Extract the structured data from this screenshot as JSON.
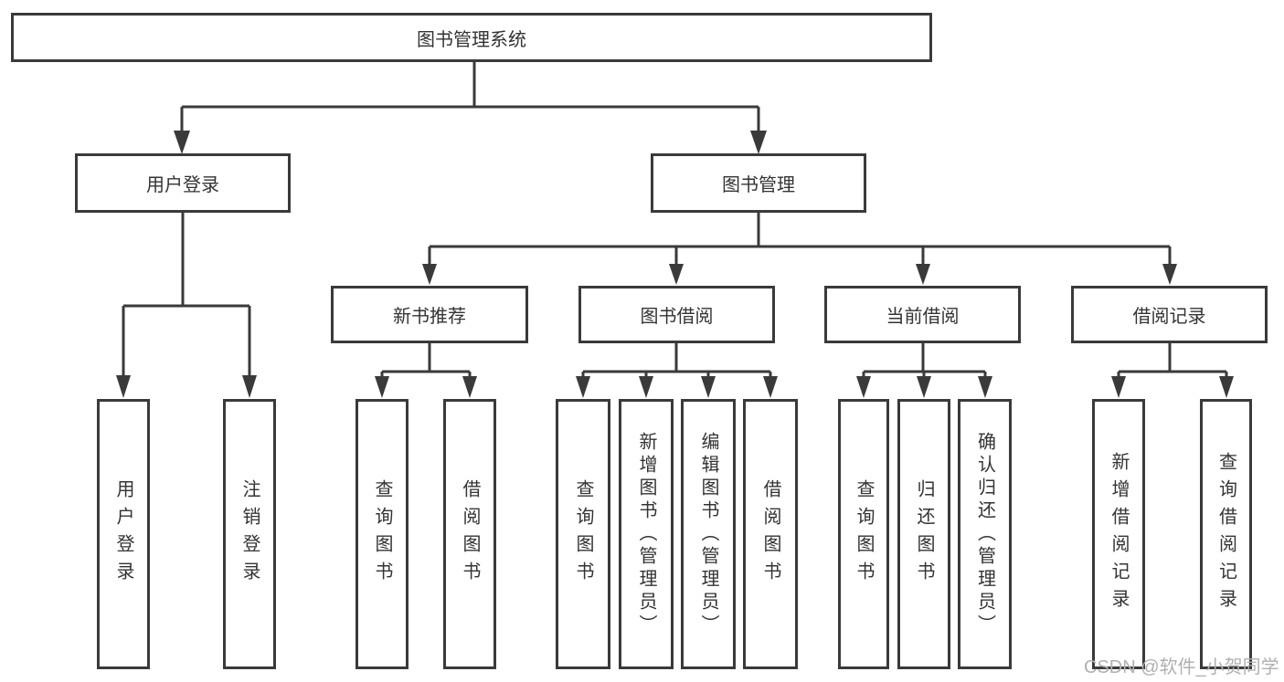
{
  "diagram_type": "functional-structure-tree",
  "tree": {
    "label": "图书管理系统",
    "children": [
      {
        "label": "用户登录",
        "children": [
          {
            "label": "用户登录"
          },
          {
            "label": "注销登录"
          }
        ]
      },
      {
        "label": "图书管理",
        "children": [
          {
            "label": "新书推荐",
            "children": [
              {
                "label": "查询图书"
              },
              {
                "label": "借阅图书"
              }
            ]
          },
          {
            "label": "图书借阅",
            "children": [
              {
                "label": "查询图书"
              },
              {
                "label": "新增图书（管理员）"
              },
              {
                "label": "编辑图书（管理员）"
              },
              {
                "label": "借阅图书"
              }
            ]
          },
          {
            "label": "当前借阅",
            "children": [
              {
                "label": "查询图书"
              },
              {
                "label": "归还图书"
              },
              {
                "label": "确认归还（管理员）"
              }
            ]
          },
          {
            "label": "借阅记录",
            "children": [
              {
                "label": "新增借阅记录"
              },
              {
                "label": "查询借阅记录"
              }
            ]
          }
        ]
      }
    ]
  },
  "watermark": {
    "text": "CSDN @软件_小贺同学"
  },
  "colors": {
    "line": "#3a3a3a",
    "box_border": "#3a3a3a",
    "box_fill": "#ffffff",
    "text": "#333333",
    "watermark_text": "#b0b0b0",
    "background": "#ffffff"
  }
}
